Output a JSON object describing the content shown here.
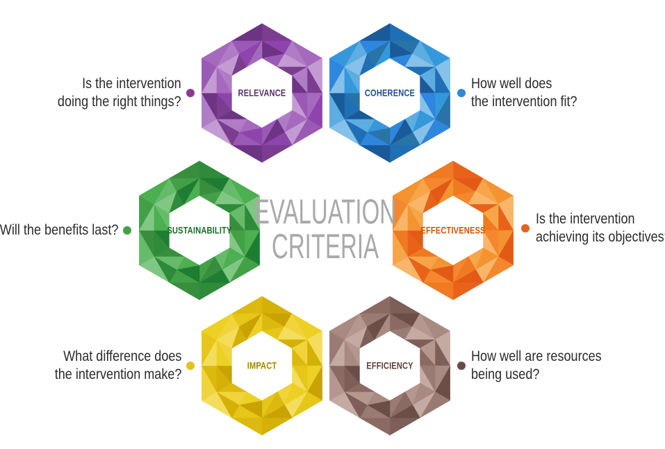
{
  "title": {
    "line1": "EVALUATION",
    "line2": "CRITERIA"
  },
  "criteria": [
    {
      "id": "relevance",
      "label": "RELEVANCE",
      "question": [
        "Is the intervention",
        "doing the right things?"
      ],
      "side": "left",
      "palette": [
        "#7b3d8f",
        "#9b59b6",
        "#b07cc6",
        "#8e44ad",
        "#c39bd3",
        "#6c3483",
        "#a569bd"
      ],
      "label_color": "#5b2c6f",
      "dot_color": "#8e3a8c"
    },
    {
      "id": "coherence",
      "label": "COHERENCE",
      "question": [
        "How well does",
        "the intervention fit?"
      ],
      "side": "right",
      "palette": [
        "#1f6fb5",
        "#2e86de",
        "#5dade2",
        "#2874a6",
        "#85c1e9",
        "#1a5a99",
        "#3498db"
      ],
      "label_color": "#1b4f8a",
      "dot_color": "#2e8bd1"
    },
    {
      "id": "sustainability",
      "label": "SUSTAINABILITY",
      "question": [
        "Will the benefits last?"
      ],
      "side": "left",
      "palette": [
        "#2e8b3a",
        "#43a047",
        "#66bb6a",
        "#1e7d32",
        "#81c784",
        "#388e3c",
        "#4caf50"
      ],
      "label_color": "#1b6b2a",
      "dot_color": "#43a047"
    },
    {
      "id": "effectiveness",
      "label": "EFFECTIVENESS",
      "question": [
        "Is the intervention",
        "achieving its objectives?"
      ],
      "side": "right",
      "palette": [
        "#e8621a",
        "#f5872e",
        "#f7a54a",
        "#e35a17",
        "#f9b66a",
        "#ef7a22",
        "#f39431"
      ],
      "label_color": "#d35400",
      "dot_color": "#e8621a"
    },
    {
      "id": "impact",
      "label": "IMPACT",
      "question": [
        "What difference does",
        "the intervention make?"
      ],
      "side": "left",
      "palette": [
        "#d4b106",
        "#e6c619",
        "#f1d33a",
        "#c9a304",
        "#f4dd5c",
        "#dcb90f",
        "#ecd024"
      ],
      "label_color": "#a08400",
      "dot_color": "#e6c019"
    },
    {
      "id": "efficiency",
      "label": "EFFICIENCY",
      "question": [
        "How well are resources",
        "being used?"
      ],
      "side": "right",
      "palette": [
        "#7d5e58",
        "#9a7b74",
        "#b5978f",
        "#6b4e48",
        "#c4aaa2",
        "#8a6a63",
        "#a88a82"
      ],
      "label_color": "#5d3f3a",
      "dot_color": "#6b4a46"
    }
  ]
}
